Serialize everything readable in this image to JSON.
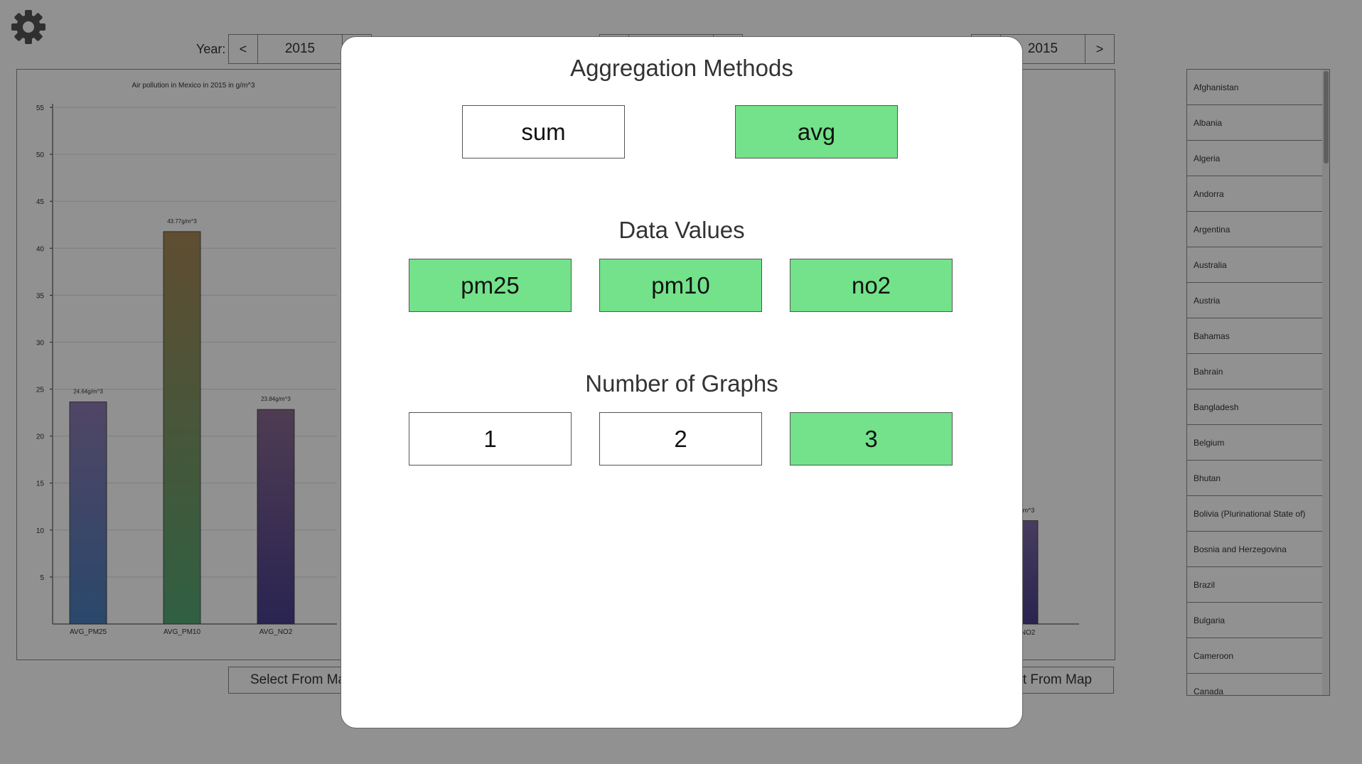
{
  "header": {
    "year_label": "Year:",
    "prev_symbol": "<",
    "next_symbol": ">",
    "year_left": "2015",
    "year_right": "2015"
  },
  "chart_left": {
    "select_from_map": "Select From Map"
  },
  "chart_right": {
    "select_from_map": "Select From Map",
    "visible_label": "NO2",
    "visible_value_label": "m^3"
  },
  "chart_data": {
    "type": "bar",
    "title": "Air pollution in Mexico in 2015 in g/m^3",
    "categories": [
      "AVG_PM25",
      "AVG_PM10",
      "AVG_NO2"
    ],
    "values": [
      23.64,
      41.77,
      22.84
    ],
    "value_labels": [
      "24.64g/m^3",
      "43.77g/m^3",
      "23.84g/m^3"
    ],
    "yticks": [
      5,
      10,
      15,
      20,
      25,
      30,
      35,
      40,
      45,
      50,
      55
    ],
    "ylim": [
      0,
      55
    ],
    "colors": [
      [
        "#8e7ab2",
        "#4a7fbd"
      ],
      [
        "#a88858",
        "#55a874"
      ],
      [
        "#8a6a90",
        "#4a4090"
      ]
    ]
  },
  "right_bar": {
    "value": 11,
    "colors": [
      "#7b6aa6",
      "#4a3f8a"
    ]
  },
  "countries": [
    "Afghanistan",
    "Albania",
    "Algeria",
    "Andorra",
    "Argentina",
    "Australia",
    "Austria",
    "Bahamas",
    "Bahrain",
    "Bangladesh",
    "Belgium",
    "Bhutan",
    "Bolivia (Plurinational State of)",
    "Bosnia and Herzegovina",
    "Brazil",
    "Bulgaria",
    "Cameroon",
    "Canada"
  ],
  "modal": {
    "aggregation": {
      "title": "Aggregation Methods",
      "options": [
        {
          "label": "sum",
          "selected": false
        },
        {
          "label": "avg",
          "selected": true
        }
      ]
    },
    "data_values": {
      "title": "Data Values",
      "options": [
        {
          "label": "pm25",
          "selected": true
        },
        {
          "label": "pm10",
          "selected": true
        },
        {
          "label": "no2",
          "selected": true
        }
      ]
    },
    "graphs": {
      "title": "Number of Graphs",
      "options": [
        {
          "label": "1",
          "selected": false
        },
        {
          "label": "2",
          "selected": false
        },
        {
          "label": "3",
          "selected": true
        }
      ]
    }
  }
}
